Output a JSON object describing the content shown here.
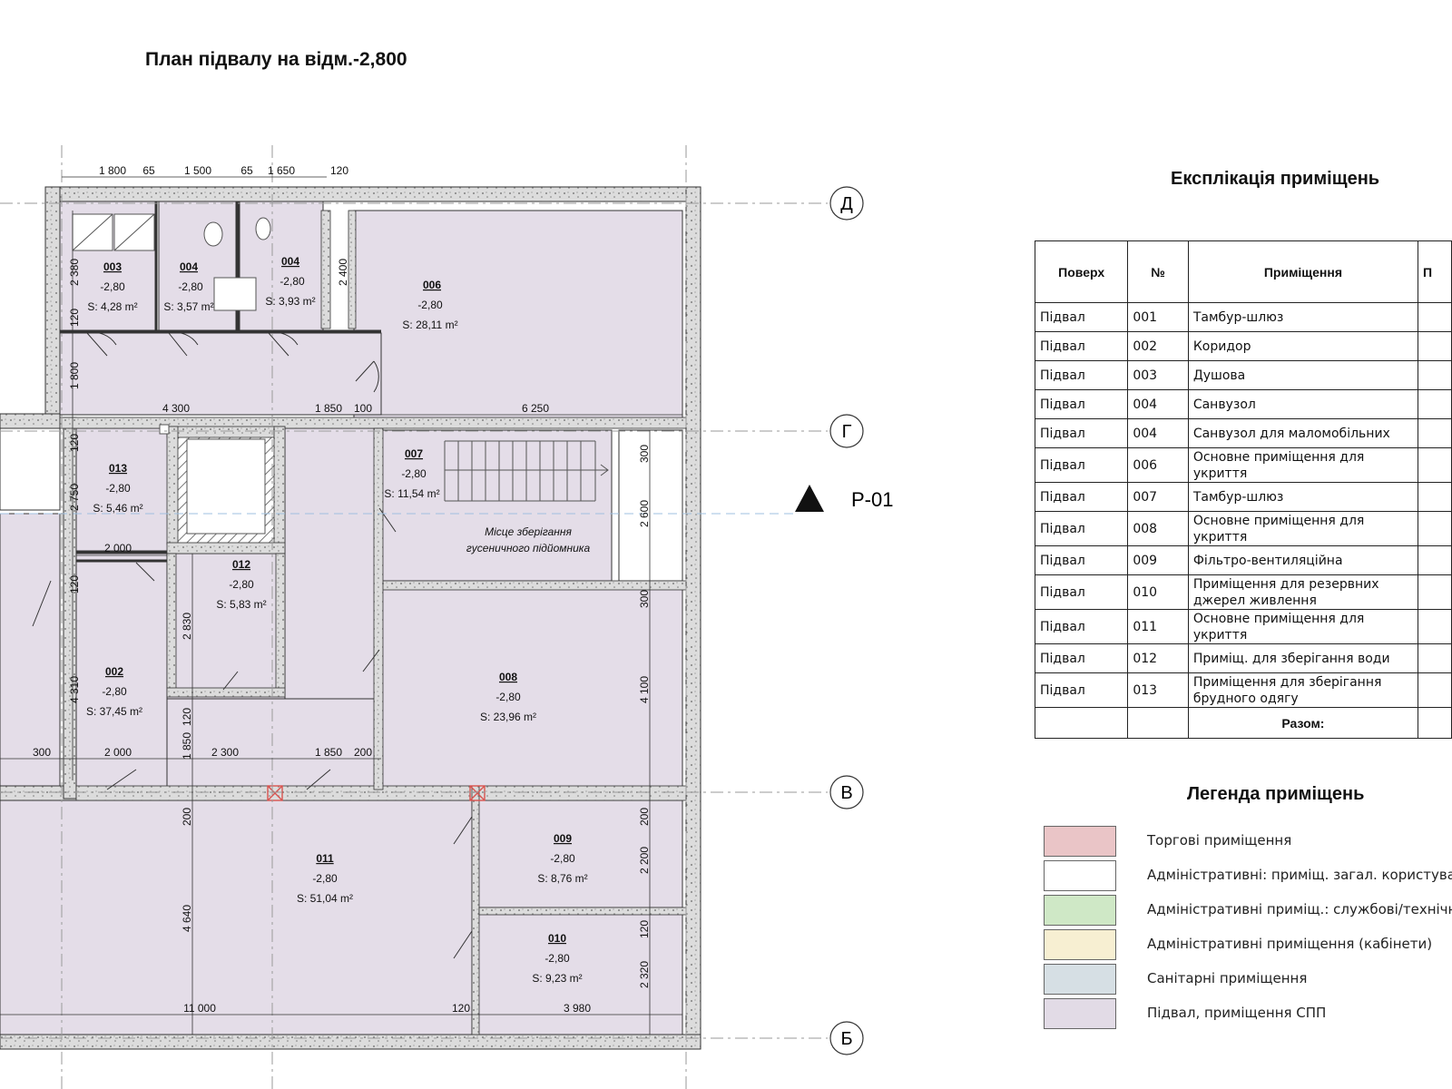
{
  "plan_title": "План підвалу на відм.-2,800",
  "section_marker": "Р-01",
  "axes": [
    "Д",
    "Г",
    "В",
    "Б"
  ],
  "rooms": [
    {
      "no": "003",
      "level": "-2,80",
      "area": "S: 4,28 m²"
    },
    {
      "no": "004",
      "level": "-2,80",
      "area": "S: 3,57 m²"
    },
    {
      "no": "004",
      "level": "-2,80",
      "area": "S: 3,93 m²"
    },
    {
      "no": "006",
      "level": "-2,80",
      "area": "S: 28,11 m²"
    },
    {
      "no": "007",
      "level": "-2,80",
      "area": "S: 11,54 m²"
    },
    {
      "no": "013",
      "level": "-2,80",
      "area": "S: 5,46 m²"
    },
    {
      "no": "012",
      "level": "-2,80",
      "area": "S: 5,83 m²"
    },
    {
      "no": "002",
      "level": "-2,80",
      "area": "S: 37,45 m²"
    },
    {
      "no": "008",
      "level": "-2,80",
      "area": "S: 23,96 m²"
    },
    {
      "no": "011",
      "level": "-2,80",
      "area": "S: 51,04 m²"
    },
    {
      "no": "009",
      "level": "-2,80",
      "area": "S: 8,76 m²"
    },
    {
      "no": "010",
      "level": "-2,80",
      "area": "S: 9,23 m²"
    }
  ],
  "storage_note": [
    "Місце зберігання",
    "гусеничного підйомника"
  ],
  "dimensions": {
    "top": [
      "1 800",
      "65",
      "1 500",
      "65",
      "1 650",
      "120"
    ],
    "h1": [
      "4 300",
      "1 850",
      "100",
      "6 250"
    ],
    "h2": [
      "2 000"
    ],
    "h3": [
      "300",
      "2 000",
      "2 300",
      "1 850",
      "200"
    ],
    "h4": [
      "11 000",
      "120",
      "3 980"
    ],
    "v_left": [
      "2 380",
      "120",
      "1 800",
      "120",
      "2 750",
      "120",
      "4 310"
    ],
    "v_mid": [
      "2 400",
      "2 830",
      "120",
      "1 850",
      "200",
      "4 640"
    ],
    "v_right": [
      "300",
      "2 600",
      "300",
      "4 100",
      "200",
      "2 200",
      "120",
      "2 320"
    ]
  },
  "explication": {
    "title": "Експлікація приміщень",
    "headers": [
      "Поверх",
      "№",
      "Приміщення",
      "П"
    ],
    "rows": [
      {
        "floor": "Підвал",
        "no": "001",
        "name": "Тамбур-шлюз"
      },
      {
        "floor": "Підвал",
        "no": "002",
        "name": "Коридор"
      },
      {
        "floor": "Підвал",
        "no": "003",
        "name": "Душова"
      },
      {
        "floor": "Підвал",
        "no": "004",
        "name": "Санвузол"
      },
      {
        "floor": "Підвал",
        "no": "004",
        "name": "Санвузол для маломобільних"
      },
      {
        "floor": "Підвал",
        "no": "006",
        "name": "Основне приміщення для укриття"
      },
      {
        "floor": "Підвал",
        "no": "007",
        "name": "Тамбур-шлюз"
      },
      {
        "floor": "Підвал",
        "no": "008",
        "name": "Основне приміщення для укриття"
      },
      {
        "floor": "Підвал",
        "no": "009",
        "name": "Фільтро-вентиляційна"
      },
      {
        "floor": "Підвал",
        "no": "010",
        "name": "Приміщення для резервних джерел живлення"
      },
      {
        "floor": "Підвал",
        "no": "011",
        "name": "Основне приміщення для укриття"
      },
      {
        "floor": "Підвал",
        "no": "012",
        "name": "Приміщ. для зберігання води"
      },
      {
        "floor": "Підвал",
        "no": "013",
        "name": "Приміщення для зберігання брудного одягу"
      }
    ],
    "total_label": "Разом:"
  },
  "legend": {
    "title": "Легенда приміщень",
    "items": [
      {
        "label": "Торгові приміщення",
        "color": "#eac5c7"
      },
      {
        "label": "Адміністративні: приміщ. загал. користуван",
        "color": "#ffffff"
      },
      {
        "label": "Адміністративні приміщ.: службові/технічні",
        "color": "#cfe8c6"
      },
      {
        "label": "Адміністративні приміщення (кабінети)",
        "color": "#f7efd2"
      },
      {
        "label": "Санітарні приміщення",
        "color": "#d6dfe4"
      },
      {
        "label": "Підвал, приміщення СПП",
        "color": "#e2dbe6"
      }
    ]
  },
  "colors": {
    "room_fill": "#e4dde8",
    "wall_fill": "#d4d4d4",
    "axis": "#9a9a9a",
    "fire_marker": "#d9534f"
  }
}
